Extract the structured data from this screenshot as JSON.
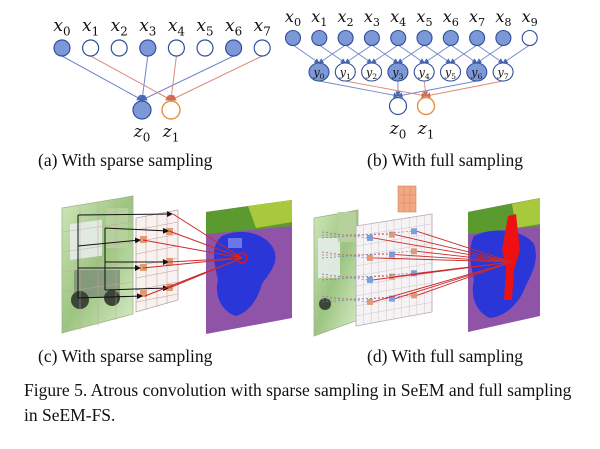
{
  "colors": {
    "node_fill": "#7d98d6",
    "node_stroke": "#2f4f9c",
    "orange": "#e8913c",
    "line_blue": "#6f88c9",
    "line_red": "#dd8a7a",
    "seg_blue": "#2a36d8",
    "seg_purple": "#8f54a8",
    "seg_red": "#ee1111",
    "seg_green": "#9ac440"
  },
  "panel_a": {
    "inputs": [
      "x0",
      "x1",
      "x2",
      "x3",
      "x4",
      "x5",
      "x6",
      "x7"
    ],
    "input_labels": [
      {
        "base": "x",
        "sub": "0"
      },
      {
        "base": "x",
        "sub": "1"
      },
      {
        "base": "x",
        "sub": "2"
      },
      {
        "base": "x",
        "sub": "3"
      },
      {
        "base": "x",
        "sub": "4"
      },
      {
        "base": "x",
        "sub": "5"
      },
      {
        "base": "x",
        "sub": "6"
      },
      {
        "base": "x",
        "sub": "7"
      }
    ],
    "filled_inputs": [
      0,
      3,
      6
    ],
    "outputs": [
      {
        "base": "z",
        "sub": "0"
      },
      {
        "base": "z",
        "sub": "1"
      }
    ],
    "caption": "(a) With sparse sampling"
  },
  "panel_b": {
    "input_labels": [
      {
        "base": "x",
        "sub": "0"
      },
      {
        "base": "x",
        "sub": "1"
      },
      {
        "base": "x",
        "sub": "2"
      },
      {
        "base": "x",
        "sub": "3"
      },
      {
        "base": "x",
        "sub": "4"
      },
      {
        "base": "x",
        "sub": "5"
      },
      {
        "base": "x",
        "sub": "6"
      },
      {
        "base": "x",
        "sub": "7"
      },
      {
        "base": "x",
        "sub": "8"
      },
      {
        "base": "x",
        "sub": "9"
      }
    ],
    "filled_inputs": [
      0,
      1,
      2,
      3,
      4,
      5,
      6,
      7,
      8
    ],
    "mid_labels": [
      {
        "base": "y",
        "sub": "0"
      },
      {
        "base": "y",
        "sub": "1"
      },
      {
        "base": "y",
        "sub": "2"
      },
      {
        "base": "y",
        "sub": "3"
      },
      {
        "base": "y",
        "sub": "4"
      },
      {
        "base": "y",
        "sub": "5"
      },
      {
        "base": "y",
        "sub": "6"
      },
      {
        "base": "y",
        "sub": "7"
      }
    ],
    "filled_mid": [
      0,
      3,
      6
    ],
    "outputs": [
      {
        "base": "z",
        "sub": "0"
      },
      {
        "base": "z",
        "sub": "1"
      }
    ],
    "caption": "(b) With full sampling"
  },
  "panel_c": {
    "caption": "(c) With sparse sampling"
  },
  "panel_d": {
    "caption": "(d) With full sampling"
  },
  "figure_caption": "Figure 5. Atrous convolution with sparse sampling in SeEM and full sampling in SeEM-FS."
}
